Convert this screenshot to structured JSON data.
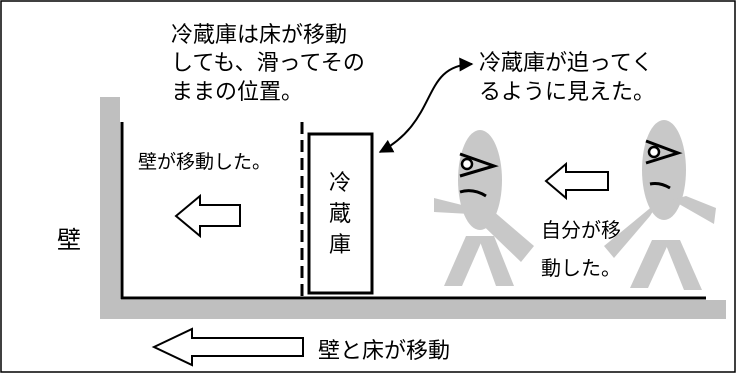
{
  "labels": {
    "fridge_note_line1": "冷蔵庫は床が移動",
    "fridge_note_line2": "しても、滑ってその",
    "fridge_note_line3": "ままの位置。",
    "approach_note_line1": "冷蔵庫が迫ってく",
    "approach_note_line2": "るように見えた。",
    "wall_moved": "壁が移動した。",
    "wall": "壁",
    "fridge_chars": [
      "冷",
      "蔵",
      "庫"
    ],
    "self_moved_line1": "自分が移",
    "self_moved_line2": "動した。",
    "wall_floor_moved": "壁と床が移動"
  },
  "colors": {
    "structure_gray": "#bfbfbf",
    "figure_gray": "#c8c8c8",
    "ink": "#000000",
    "frame": "#000000"
  },
  "icons": [
    "left-arrow-icon",
    "curved-double-arrow-icon",
    "eye-icon",
    "mouth-icon"
  ]
}
